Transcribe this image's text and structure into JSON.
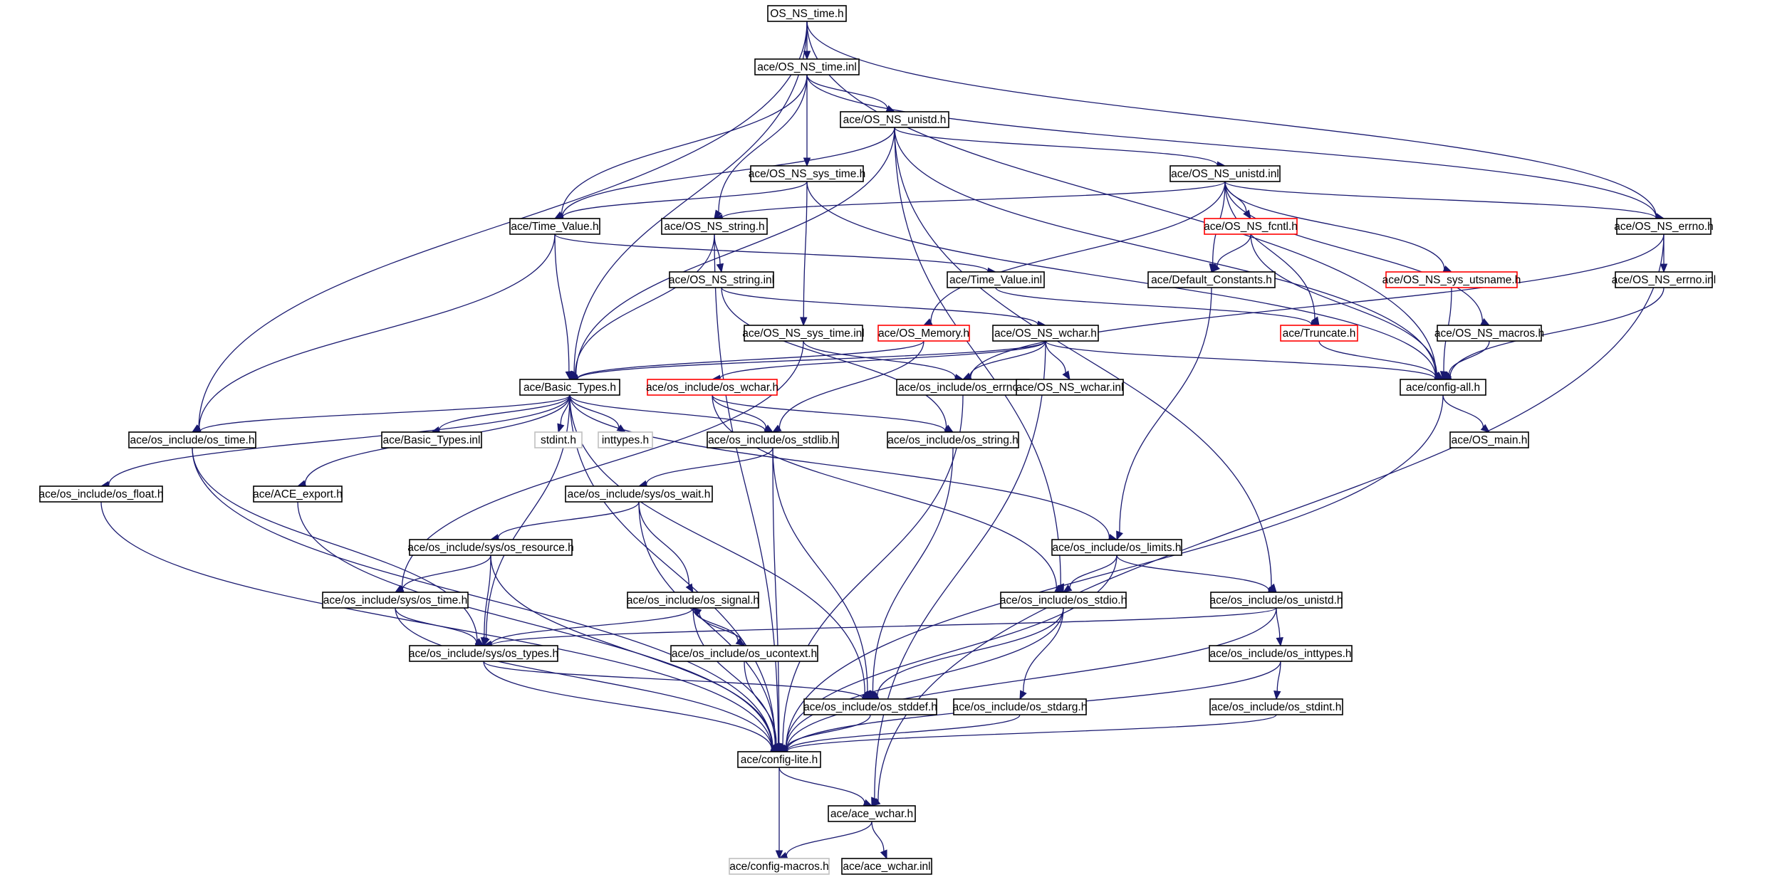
{
  "graph": {
    "title": "",
    "colors": {
      "edge": "#191970",
      "border_normal": "#000000",
      "border_truncated": "#ff0000",
      "border_external": "#bfbfbf",
      "root_fill": "#bfbfbf",
      "text": "#000000",
      "background": "#ffffff"
    },
    "nodes": [
      {
        "id": "root",
        "label": "OS_NS_time.h",
        "style": "root"
      },
      {
        "id": "ns_time_inl",
        "label": "ace/OS_NS_time.inl",
        "style": "normal"
      },
      {
        "id": "ns_unistd_h",
        "label": "ace/OS_NS_unistd.h",
        "style": "normal"
      },
      {
        "id": "ns_sys_time_h",
        "label": "ace/OS_NS_sys_time.h",
        "style": "normal"
      },
      {
        "id": "ns_unistd_inl",
        "label": "ace/OS_NS_unistd.inl",
        "style": "normal"
      },
      {
        "id": "time_value_h",
        "label": "ace/Time_Value.h",
        "style": "normal"
      },
      {
        "id": "ns_string_h",
        "label": "ace/OS_NS_string.h",
        "style": "normal"
      },
      {
        "id": "ns_fcntl_h",
        "label": "ace/OS_NS_fcntl.h",
        "style": "truncated"
      },
      {
        "id": "ns_errno_h",
        "label": "ace/OS_NS_errno.h",
        "style": "normal"
      },
      {
        "id": "ns_string_inl",
        "label": "ace/OS_NS_string.inl",
        "style": "normal"
      },
      {
        "id": "time_value_inl",
        "label": "ace/Time_Value.inl",
        "style": "normal"
      },
      {
        "id": "default_constants_h",
        "label": "ace/Default_Constants.h",
        "style": "normal"
      },
      {
        "id": "ns_sys_utsname_h",
        "label": "ace/OS_NS_sys_utsname.h",
        "style": "truncated"
      },
      {
        "id": "ns_errno_inl",
        "label": "ace/OS_NS_errno.inl",
        "style": "normal"
      },
      {
        "id": "ns_sys_time_inl",
        "label": "ace/OS_NS_sys_time.inl",
        "style": "normal"
      },
      {
        "id": "os_memory_h",
        "label": "ace/OS_Memory.h",
        "style": "truncated"
      },
      {
        "id": "ns_wchar_h",
        "label": "ace/OS_NS_wchar.h",
        "style": "normal"
      },
      {
        "id": "truncate_h",
        "label": "ace/Truncate.h",
        "style": "truncated"
      },
      {
        "id": "ns_macros_h",
        "label": "ace/OS_NS_macros.h",
        "style": "normal"
      },
      {
        "id": "basic_types_h",
        "label": "ace/Basic_Types.h",
        "style": "normal"
      },
      {
        "id": "oi_wchar_h",
        "label": "ace/os_include/os_wchar.h",
        "style": "truncated"
      },
      {
        "id": "oi_errno_h",
        "label": "ace/os_include/os_errno.h",
        "style": "normal"
      },
      {
        "id": "ns_wchar_inl",
        "label": "ace/OS_NS_wchar.inl",
        "style": "normal"
      },
      {
        "id": "config_all_h",
        "label": "ace/config-all.h",
        "style": "normal"
      },
      {
        "id": "oi_time_h",
        "label": "ace/os_include/os_time.h",
        "style": "normal"
      },
      {
        "id": "basic_types_inl",
        "label": "ace/Basic_Types.inl",
        "style": "normal"
      },
      {
        "id": "stdint_h",
        "label": "stdint.h",
        "style": "external"
      },
      {
        "id": "inttypes_h",
        "label": "inttypes.h",
        "style": "external"
      },
      {
        "id": "oi_stdlib_h",
        "label": "ace/os_include/os_stdlib.h",
        "style": "normal"
      },
      {
        "id": "oi_string_h",
        "label": "ace/os_include/os_string.h",
        "style": "normal"
      },
      {
        "id": "os_main_h",
        "label": "ace/OS_main.h",
        "style": "normal"
      },
      {
        "id": "oi_float_h",
        "label": "ace/os_include/os_float.h",
        "style": "normal"
      },
      {
        "id": "ace_export_h",
        "label": "ace/ACE_export.h",
        "style": "normal"
      },
      {
        "id": "ois_wait_h",
        "label": "ace/os_include/sys/os_wait.h",
        "style": "normal"
      },
      {
        "id": "ois_resource_h",
        "label": "ace/os_include/sys/os_resource.h",
        "style": "normal"
      },
      {
        "id": "oi_limits_h",
        "label": "ace/os_include/os_limits.h",
        "style": "normal"
      },
      {
        "id": "ois_time_h",
        "label": "ace/os_include/sys/os_time.h",
        "style": "normal"
      },
      {
        "id": "oi_signal_h",
        "label": "ace/os_include/os_signal.h",
        "style": "normal"
      },
      {
        "id": "oi_stdio_h",
        "label": "ace/os_include/os_stdio.h",
        "style": "normal"
      },
      {
        "id": "oi_unistd_h",
        "label": "ace/os_include/os_unistd.h",
        "style": "normal"
      },
      {
        "id": "ois_types_h",
        "label": "ace/os_include/sys/os_types.h",
        "style": "normal"
      },
      {
        "id": "oi_ucontext_h",
        "label": "ace/os_include/os_ucontext.h",
        "style": "normal"
      },
      {
        "id": "oi_inttypes_h",
        "label": "ace/os_include/os_inttypes.h",
        "style": "normal"
      },
      {
        "id": "oi_stddef_h",
        "label": "ace/os_include/os_stddef.h",
        "style": "normal"
      },
      {
        "id": "oi_stdarg_h",
        "label": "ace/os_include/os_stdarg.h",
        "style": "normal"
      },
      {
        "id": "oi_stdint_h",
        "label": "ace/os_include/os_stdint.h",
        "style": "normal"
      },
      {
        "id": "config_lite_h",
        "label": "ace/config-lite.h",
        "style": "normal"
      },
      {
        "id": "ace_wchar_h",
        "label": "ace/ace_wchar.h",
        "style": "normal"
      },
      {
        "id": "config_macros_h",
        "label": "ace/config-macros.h",
        "style": "external"
      },
      {
        "id": "ace_wchar_inl",
        "label": "ace/ace_wchar.inl",
        "style": "normal"
      }
    ],
    "edges": [
      [
        "root",
        "ns_time_inl"
      ],
      [
        "root",
        "basic_types_h"
      ],
      [
        "root",
        "oi_time_h"
      ],
      [
        "root",
        "ns_errno_h"
      ],
      [
        "root",
        "config_all_h"
      ],
      [
        "ns_time_inl",
        "ns_unistd_h"
      ],
      [
        "ns_time_inl",
        "ns_sys_time_h"
      ],
      [
        "ns_time_inl",
        "time_value_h"
      ],
      [
        "ns_time_inl",
        "ns_string_h"
      ],
      [
        "ns_time_inl",
        "ns_errno_h"
      ],
      [
        "ns_unistd_h",
        "ns_unistd_inl"
      ],
      [
        "ns_unistd_h",
        "time_value_h"
      ],
      [
        "ns_unistd_h",
        "basic_types_h"
      ],
      [
        "ns_unistd_h",
        "oi_stdio_h"
      ],
      [
        "ns_unistd_h",
        "oi_unistd_h"
      ],
      [
        "ns_unistd_h",
        "config_all_h"
      ],
      [
        "ns_sys_time_h",
        "time_value_h"
      ],
      [
        "ns_sys_time_h",
        "ns_sys_time_inl"
      ],
      [
        "ns_sys_time_h",
        "config_all_h"
      ],
      [
        "ns_unistd_inl",
        "ns_string_h"
      ],
      [
        "ns_unistd_inl",
        "ns_fcntl_h"
      ],
      [
        "ns_unistd_inl",
        "default_constants_h"
      ],
      [
        "ns_unistd_inl",
        "ns_sys_utsname_h"
      ],
      [
        "ns_unistd_inl",
        "ns_errno_h"
      ],
      [
        "ns_unistd_inl",
        "ns_macros_h"
      ],
      [
        "ns_unistd_inl",
        "truncate_h"
      ],
      [
        "ns_unistd_inl",
        "os_memory_h"
      ],
      [
        "time_value_h",
        "basic_types_h"
      ],
      [
        "time_value_h",
        "time_value_inl"
      ],
      [
        "time_value_h",
        "oi_time_h"
      ],
      [
        "ns_string_h",
        "ns_string_inl"
      ],
      [
        "ns_string_h",
        "basic_types_h"
      ],
      [
        "ns_string_h",
        "config_lite_h"
      ],
      [
        "ns_fcntl_h",
        "default_constants_h"
      ],
      [
        "ns_fcntl_h",
        "config_all_h"
      ],
      [
        "ns_errno_h",
        "ns_errno_inl"
      ],
      [
        "ns_errno_h",
        "oi_errno_h"
      ],
      [
        "ns_errno_h",
        "ace_wchar_h"
      ],
      [
        "ns_string_inl",
        "ns_wchar_h"
      ],
      [
        "ns_string_inl",
        "oi_string_h"
      ],
      [
        "time_value_inl",
        "truncate_h"
      ],
      [
        "default_constants_h",
        "oi_limits_h"
      ],
      [
        "ns_sys_utsname_h",
        "config_all_h"
      ],
      [
        "ns_errno_inl",
        "config_all_h"
      ],
      [
        "ns_sys_time_inl",
        "oi_errno_h"
      ],
      [
        "ns_sys_time_inl",
        "ois_time_h"
      ],
      [
        "os_memory_h",
        "basic_types_h"
      ],
      [
        "os_memory_h",
        "oi_stdlib_h"
      ],
      [
        "ns_wchar_h",
        "oi_wchar_h"
      ],
      [
        "ns_wchar_h",
        "ns_wchar_inl"
      ],
      [
        "ns_wchar_h",
        "oi_errno_h"
      ],
      [
        "ns_wchar_h",
        "config_all_h"
      ],
      [
        "ns_wchar_h",
        "basic_types_h"
      ],
      [
        "ns_wchar_h",
        "ace_wchar_h"
      ],
      [
        "truncate_h",
        "config_all_h"
      ],
      [
        "ns_macros_h",
        "config_all_h"
      ],
      [
        "basic_types_h",
        "oi_time_h"
      ],
      [
        "basic_types_h",
        "basic_types_inl"
      ],
      [
        "basic_types_h",
        "stdint_h"
      ],
      [
        "basic_types_h",
        "inttypes_h"
      ],
      [
        "basic_types_h",
        "oi_stdlib_h"
      ],
      [
        "basic_types_h",
        "oi_float_h"
      ],
      [
        "basic_types_h",
        "ace_export_h"
      ],
      [
        "basic_types_h",
        "oi_limits_h"
      ],
      [
        "basic_types_h",
        "ois_types_h"
      ],
      [
        "basic_types_h",
        "oi_stddef_h"
      ],
      [
        "basic_types_h",
        "config_lite_h"
      ],
      [
        "oi_wchar_h",
        "oi_stdlib_h"
      ],
      [
        "oi_wchar_h",
        "oi_string_h"
      ],
      [
        "oi_wchar_h",
        "oi_stdio_h"
      ],
      [
        "oi_errno_h",
        "config_lite_h"
      ],
      [
        "config_all_h",
        "os_main_h"
      ],
      [
        "config_all_h",
        "config_lite_h"
      ],
      [
        "oi_time_h",
        "ois_types_h"
      ],
      [
        "oi_time_h",
        "config_lite_h"
      ],
      [
        "oi_stdlib_h",
        "ois_wait_h"
      ],
      [
        "oi_stdlib_h",
        "oi_stddef_h"
      ],
      [
        "oi_stdlib_h",
        "config_lite_h"
      ],
      [
        "oi_string_h",
        "oi_stddef_h"
      ],
      [
        "oi_float_h",
        "config_lite_h"
      ],
      [
        "ace_export_h",
        "config_lite_h"
      ],
      [
        "ois_wait_h",
        "ois_resource_h"
      ],
      [
        "ois_wait_h",
        "oi_signal_h"
      ],
      [
        "ois_wait_h",
        "config_lite_h"
      ],
      [
        "ois_resource_h",
        "ois_time_h"
      ],
      [
        "ois_resource_h",
        "ois_types_h"
      ],
      [
        "ois_resource_h",
        "config_lite_h"
      ],
      [
        "oi_limits_h",
        "oi_stdio_h"
      ],
      [
        "oi_limits_h",
        "oi_unistd_h"
      ],
      [
        "oi_limits_h",
        "config_lite_h"
      ],
      [
        "ois_time_h",
        "ois_types_h"
      ],
      [
        "ois_time_h",
        "config_lite_h"
      ],
      [
        "oi_signal_h",
        "ois_types_h"
      ],
      [
        "oi_signal_h",
        "oi_ucontext_h"
      ],
      [
        "oi_signal_h",
        "config_lite_h"
      ],
      [
        "oi_ucontext_h",
        "oi_signal_h"
      ],
      [
        "oi_ucontext_h",
        "config_lite_h"
      ],
      [
        "oi_stdio_h",
        "oi_stddef_h"
      ],
      [
        "oi_stdio_h",
        "oi_stdarg_h"
      ],
      [
        "oi_stdio_h",
        "config_lite_h"
      ],
      [
        "oi_unistd_h",
        "ois_types_h"
      ],
      [
        "oi_unistd_h",
        "oi_inttypes_h"
      ],
      [
        "oi_unistd_h",
        "config_lite_h"
      ],
      [
        "ois_types_h",
        "oi_stddef_h"
      ],
      [
        "ois_types_h",
        "config_lite_h"
      ],
      [
        "oi_inttypes_h",
        "oi_stdint_h"
      ],
      [
        "oi_inttypes_h",
        "config_lite_h"
      ],
      [
        "oi_stddef_h",
        "config_lite_h"
      ],
      [
        "oi_stdarg_h",
        "config_lite_h"
      ],
      [
        "oi_stdint_h",
        "config_lite_h"
      ],
      [
        "config_lite_h",
        "ace_wchar_h"
      ],
      [
        "config_lite_h",
        "config_macros_h"
      ],
      [
        "ace_wchar_h",
        "config_macros_h"
      ],
      [
        "ace_wchar_h",
        "ace_wchar_inl"
      ]
    ]
  }
}
